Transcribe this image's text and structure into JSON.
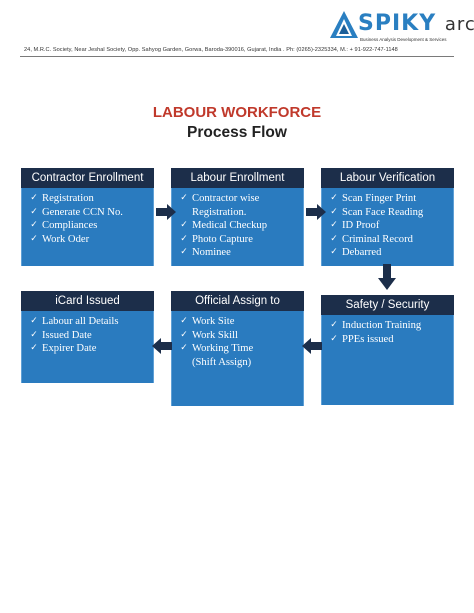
{
  "header": {
    "logo_brand": "SPIKY",
    "logo_suffix": "arc",
    "logo_tagline": "Business Analysis Development & Services",
    "address": "24, M.R.C. Society, Near Jeshal Society, Opp. Sahyog Garden, Gorwa, Baroda-390016, Gujarat, India . Ph: (0265)-2325334, M.: + 91-922-747-1148"
  },
  "title": "LABOUR WORKFORCE",
  "subtitle": "Process Flow",
  "colors": {
    "title_red": "#c0392b",
    "header_navy": "#1c2e4a",
    "body_blue": "#2a7bbf",
    "logo_blue": "#2a7fc1"
  },
  "steps": [
    {
      "heading": "Contractor Enrollment",
      "items": [
        "Registration",
        "Generate CCN No.",
        "Compliances",
        "Work Oder"
      ]
    },
    {
      "heading": "Labour Enrollment",
      "items": [
        "Contractor wise",
        "Registration.",
        "Medical Checkup",
        "Photo Capture",
        "Nominee"
      ]
    },
    {
      "heading": "Labour Verification",
      "items": [
        "Scan Finger Print",
        "Scan Face Reading",
        "ID Proof",
        "Criminal Record",
        "Debarred"
      ]
    },
    {
      "heading": "Safety / Security",
      "items": [
        "Induction Training",
        "PPEs issued"
      ]
    },
    {
      "heading": "Official Assign to",
      "items": [
        "Work Site",
        "Work Skill",
        "Working Time",
        "(Shift Assign)"
      ]
    },
    {
      "heading": "iCard Issued",
      "items": [
        "Labour all Details",
        "Issued Date",
        "Expirer Date"
      ]
    }
  ],
  "icons": {
    "bullet": "checkmark-icon",
    "arrow": "arrow-icon",
    "logo": "logo-icon"
  }
}
